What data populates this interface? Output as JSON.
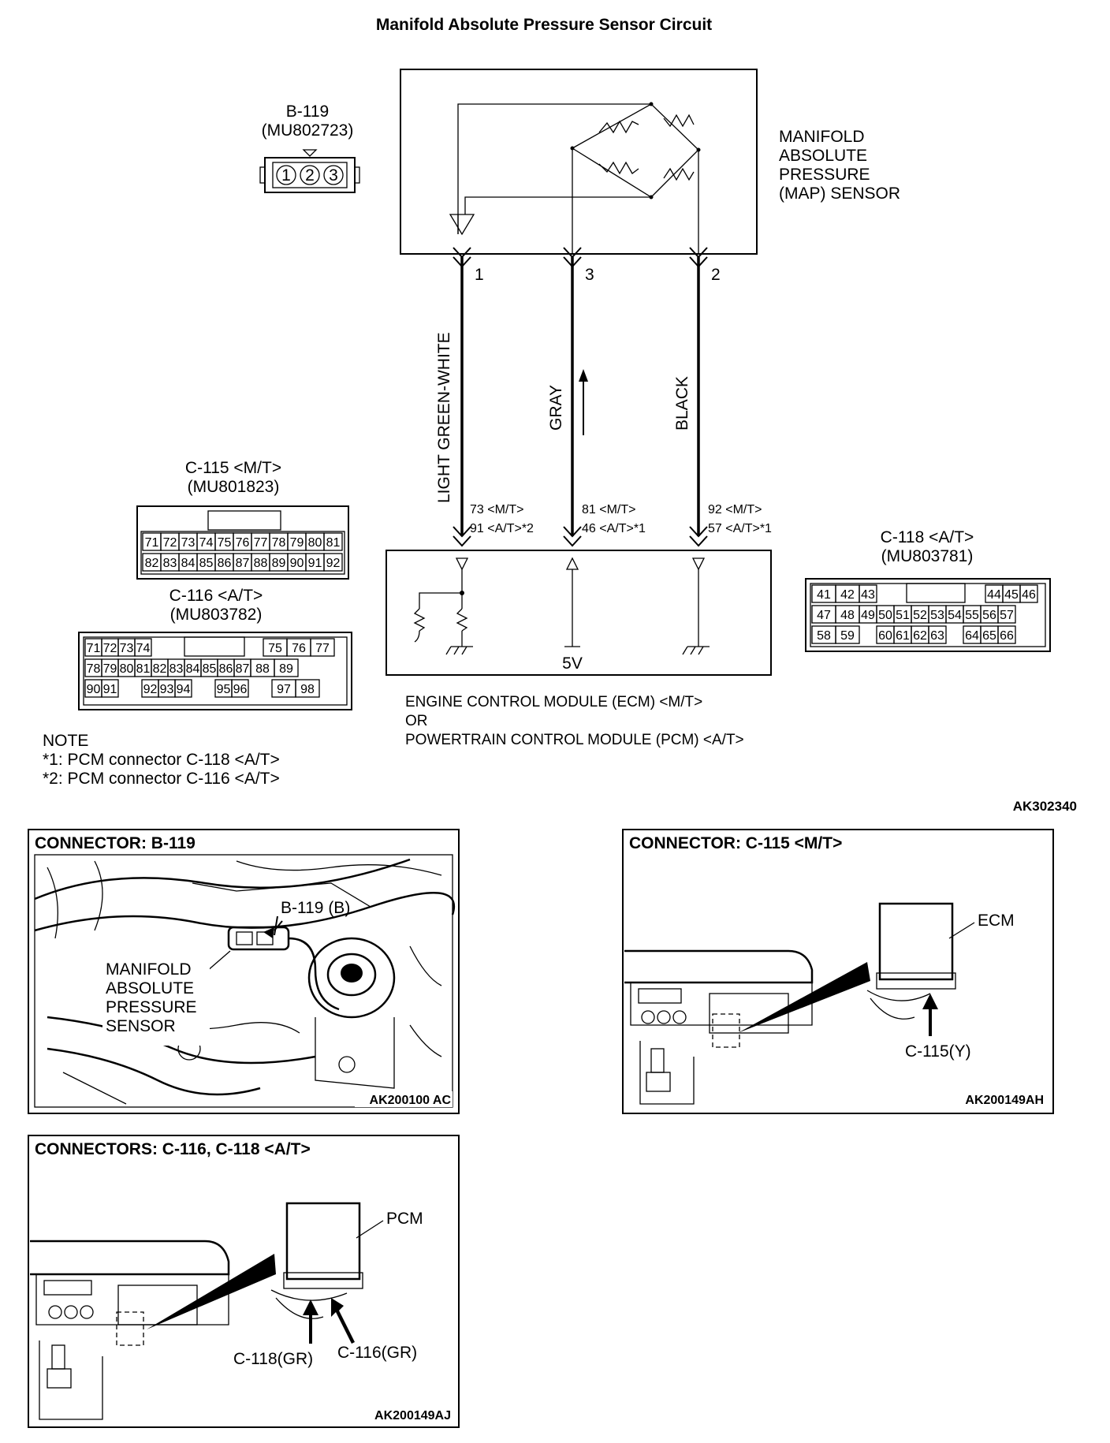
{
  "title": "Manifold Absolute Pressure Sensor Circuit",
  "figure_id": "AK302340",
  "sensor": {
    "connector_id": "B-119",
    "part_no": "(MU802723)",
    "pins": [
      "1",
      "2",
      "3"
    ],
    "name_lines": [
      "MANIFOLD",
      "ABSOLUTE",
      "PRESSURE",
      "(MAP) SENSOR"
    ],
    "terminal_1": "1",
    "terminal_3": "3",
    "terminal_2": "2"
  },
  "wires": [
    {
      "color": "LIGHT GREEN-WHITE",
      "pin_mt": "73 <M/T>",
      "pin_at": "91 <A/T>*2"
    },
    {
      "color": "GRAY",
      "pin_mt": "81 <M/T>",
      "pin_at": "46 <A/T>*1"
    },
    {
      "color": "BLACK",
      "pin_mt": "92 <M/T>",
      "pin_at": "57 <A/T>*1"
    }
  ],
  "module": {
    "supply": "5V",
    "label_lines": [
      "ENGINE CONTROL MODULE (ECM) <M/T>",
      "OR",
      "POWERTRAIN CONTROL MODULE (PCM) <A/T>"
    ]
  },
  "connectors": {
    "c115": {
      "id": "C-115 <M/T>",
      "part_no": "(MU801823)",
      "row1": [
        "71",
        "72",
        "73",
        "74",
        "75",
        "76",
        "77",
        "78",
        "79",
        "80",
        "81"
      ],
      "row2": [
        "82",
        "83",
        "84",
        "85",
        "86",
        "87",
        "88",
        "89",
        "90",
        "91",
        "92"
      ]
    },
    "c116": {
      "id": "C-116 <A/T>",
      "part_no": "(MU803782)",
      "row1": [
        "71",
        "72",
        "73",
        "74",
        "75",
        "76",
        "77"
      ],
      "row2": [
        "78",
        "79",
        "80",
        "81",
        "82",
        "83",
        "84",
        "85",
        "86",
        "87",
        "88",
        "89"
      ],
      "row3": [
        "90",
        "91",
        "92",
        "93",
        "94",
        "95",
        "96",
        "97",
        "98"
      ]
    },
    "c118": {
      "id": "C-118 <A/T>",
      "part_no": "(MU803781)",
      "row1": [
        "41",
        "42",
        "43",
        "44",
        "45",
        "46"
      ],
      "row2": [
        "47",
        "48",
        "49",
        "50",
        "51",
        "52",
        "53",
        "54",
        "55",
        "56",
        "57"
      ],
      "row3": [
        "58",
        "59",
        "60",
        "61",
        "62",
        "63",
        "64",
        "65",
        "66"
      ]
    }
  },
  "notes": {
    "heading": "NOTE",
    "lines": [
      "*1: PCM connector C-118 <A/T>",
      "*2: PCM connector C-116 <A/T>"
    ]
  },
  "panels": {
    "b119": {
      "title": "CONNECTOR: B-119",
      "callout": "B-119 (B)",
      "label_lines": [
        "MANIFOLD",
        "ABSOLUTE",
        "PRESSURE",
        "SENSOR"
      ],
      "fig": "AK200100 AC"
    },
    "c115": {
      "title": "CONNECTOR: C-115 <M/T>",
      "module": "ECM",
      "callout": "C-115(Y)",
      "fig": "AK200149AH"
    },
    "c116": {
      "title": "CONNECTORS: C-116, C-118 <A/T>",
      "module": "PCM",
      "callout_a": "C-118(GR)",
      "callout_b": "C-116(GR)",
      "fig": "AK200149AJ"
    }
  }
}
